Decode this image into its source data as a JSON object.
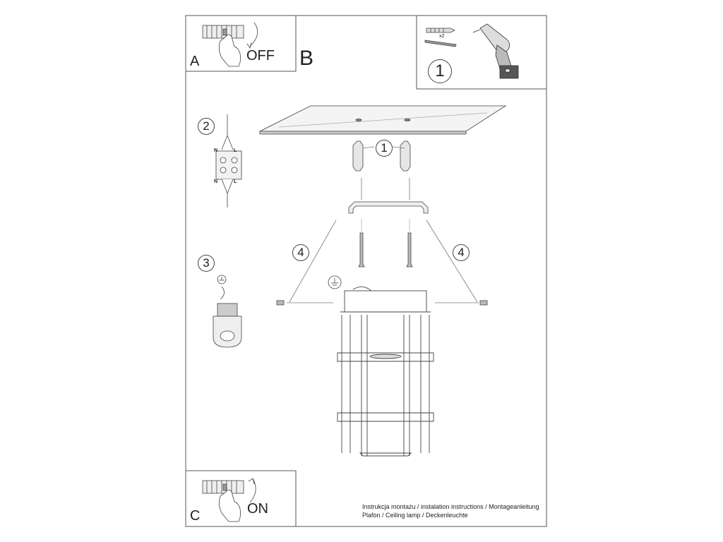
{
  "panels": {
    "a": {
      "letter": "A",
      "state": "OFF"
    },
    "b": {
      "letter": "B"
    },
    "c": {
      "letter": "C",
      "state": "ON"
    }
  },
  "tools": {
    "step": "1",
    "quantity": "x2"
  },
  "steps": {
    "step2": {
      "number": "2",
      "neutral": "N",
      "live": "L"
    },
    "step3": {
      "number": "3"
    },
    "main": {
      "dowel_step": "1",
      "screw_left": "4",
      "screw_right": "4"
    }
  },
  "footer": {
    "line1": "Instrukcja montażu / instalation instructions / Montageanleitung",
    "line2": "Plafon / Ceiling lamp / Deckenleuchte"
  },
  "icons": [
    "switch-off-icon",
    "switch-on-icon",
    "drill-icon",
    "dowel-icon",
    "screw-icon",
    "ground-icon",
    "terminal-block-icon",
    "ceiling-lamp-icon"
  ]
}
